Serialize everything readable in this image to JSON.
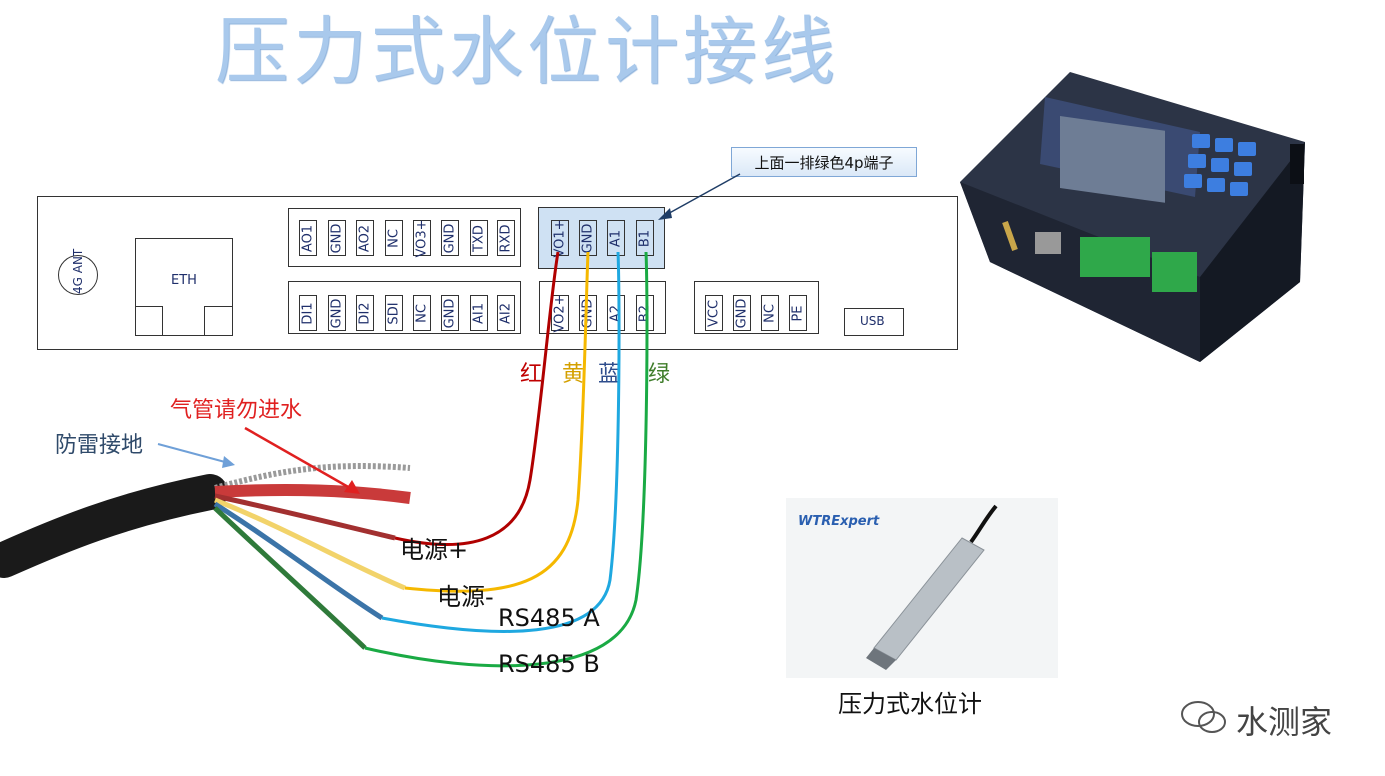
{
  "title": "压力式水位计接线",
  "callout": "上面一排绿色4p端子",
  "panel": {
    "antenna": "4G ANT",
    "eth": "ETH",
    "usb": "USB",
    "top_terms_a": [
      "AO1",
      "GND",
      "AO2",
      "NC",
      "VO3+",
      "GND",
      "TXD",
      "RXD"
    ],
    "top_terms_b": [
      "VO1+",
      "GND",
      "A1",
      "B1"
    ],
    "bottom_terms_a": [
      "DI1",
      "GND",
      "DI2",
      "SDI",
      "NC",
      "GND",
      "AI1",
      "AI2"
    ],
    "bottom_terms_b": [
      "VO2+",
      "GND",
      "A2",
      "B2"
    ],
    "bottom_terms_c": [
      "VCC",
      "GND",
      "NC",
      "PE"
    ]
  },
  "color_labels": [
    {
      "text": "红",
      "color": "#c00000"
    },
    {
      "text": "黄",
      "color": "#d4a000"
    },
    {
      "text": "蓝",
      "color": "#2e4d8c"
    },
    {
      "text": "绿",
      "color": "#3f7d2a"
    }
  ],
  "annotations": {
    "air_tube": "气管请勿进水",
    "ground": "防雷接地"
  },
  "wires": {
    "power_pos": "电源+",
    "power_neg": "电源-",
    "rs485_a": "RS485 A",
    "rs485_b": "RS485 B"
  },
  "wire_colors": {
    "red": "#b00000",
    "yellow": "#f5b800",
    "blue": "#1fa8e0",
    "green": "#1aaa44"
  },
  "sensor_caption": "压力式水位计",
  "sensor_brand": "WTRExpert",
  "watermark": "水测家"
}
